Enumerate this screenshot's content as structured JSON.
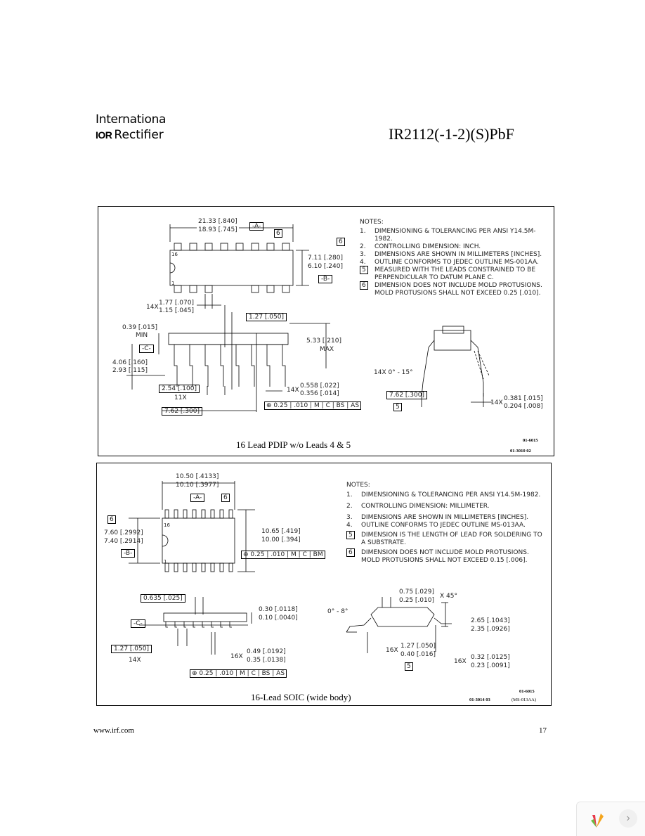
{
  "header": {
    "brand_line1": "Internationa",
    "brand_logo": "IOR",
    "brand_line2": "Rectifier",
    "part_number": "IR2112(-1-2)(S)PbF"
  },
  "pdip": {
    "caption": "16 Lead PDIP w/o Leads 4 & 5",
    "code1": "01-6015",
    "code2": "01-3010 02",
    "notes_title": "NOTES:",
    "notes": [
      {
        "n": "1.",
        "text": "DIMENSIONING & TOLERANCING PER ANSI Y14.5M-1982."
      },
      {
        "n": "2.",
        "text": "CONTROLLING DIMENSION: INCH."
      },
      {
        "n": "3.",
        "text": "DIMENSIONS ARE SHOWN IN MILLIMETERS [INCHES]."
      },
      {
        "n": "4.",
        "text": "OUTLINE CONFORMS TO JEDEC OUTLINE MS-001AA."
      },
      {
        "n": "5",
        "text": "MEASURED WITH THE LEADS CONSTRAINED TO BE PERPENDICULAR TO DATUM PLANE C."
      },
      {
        "n": "6",
        "text": "DIMENSION DOES NOT INCLUDE MOLD PROTUSIONS. MOLD PROTUSIONS SHALL NOT EXCEED 0.25 [.010]."
      }
    ],
    "dims": {
      "len1": "21.33 [.840]",
      "len2": "18.93 [.745]",
      "datumA": "-A-",
      "datumB": "-B-",
      "datumC": "-C-",
      "w1": "7.11 [.280]",
      "w2": "6.10 [.240]",
      "pin16": "16",
      "pin1": "1",
      "lead14x": "14X",
      "lw1": "1.77 [.070]",
      "lw2": "1.15 [.045]",
      "pitch": "1.27 [.050]",
      "so1": "0.39 [.015]",
      "so_min": "MIN",
      "h1": "5.33 [.210]",
      "h_max": "MAX",
      "t1": "4.06 [.160]",
      "t2": "2.93 [.115]",
      "p254": "2.54 [.100]",
      "x11": "11X",
      "ld14x": "14X",
      "ld1": "0.558 [.022]",
      "ld2": "0.356 [.014]",
      "row762": "7.62 [.300]",
      "fcf": [
        "0.25",
        ".010",
        "M",
        "C",
        "B",
        "S",
        "A",
        "S"
      ],
      "angle": "14X 0° - 15°",
      "side762": "7.62 [.300]",
      "n5": "5",
      "th14x": "14X",
      "th1": "0.381 [.015]",
      "th2": "0.204 [.008]",
      "n6": "6"
    }
  },
  "soic": {
    "caption": "16-Lead SOIC (wide body)",
    "code1": "01-6015",
    "code2": "01-3014 03",
    "code3": "(MS-013AA)",
    "notes_title": "NOTES:",
    "notes": [
      {
        "n": "1.",
        "text": "DIMENSIONING & TOLERANCING PER ANSI Y14.5M-1982."
      },
      {
        "n": "2.",
        "text": "CONTROLLING DIMENSION: MILLIMETER."
      },
      {
        "n": "3.",
        "text": "DIMENSIONS ARE SHOWN IN MILLIMETERS [INCHES]."
      },
      {
        "n": "4.",
        "text": "OUTLINE CONFORMS TO JEDEC OUTLINE MS-013AA."
      },
      {
        "n": "5",
        "text": "DIMENSION IS THE LENGTH OF LEAD FOR SOLDERING TO A SUBSTRATE."
      },
      {
        "n": "6",
        "text": "DIMENSION DOES NOT INCLUDE MOLD PROTUSIONS. MOLD PROTUSIONS SHALL NOT EXCEED 0.15 [.006]."
      }
    ],
    "dims": {
      "len1": "10.50 [.4133]",
      "len2": "10.10 [.3977]",
      "datumA": "-A-",
      "datumB": "-B-",
      "datumC": "-C-",
      "w1": "7.60 [.2992]",
      "w2": "7.40 [.2914]",
      "pin16": "16",
      "pin1": "1",
      "ow1": "10.65 [.419]",
      "ow2": "10.00 [.394]",
      "fcf1": [
        "0.25",
        ".010",
        "M",
        "C",
        "B",
        "M"
      ],
      "p635": "0.635 [.025]",
      "st1": "0.30 [.0118]",
      "st2": "0.10 [.0040]",
      "p127": "1.27 [.050]",
      "x14": "14X",
      "ld16x": "16X",
      "ld1": "0.49 [.0192]",
      "ld2": "0.35 [.0138]",
      "fcf2": [
        "0.25",
        ".010",
        "M",
        "C",
        "B",
        "S",
        "A",
        "S"
      ],
      "ch1": "0.75 [.029]",
      "ch2": "0.25 [.010]",
      "ch45": "X 45°",
      "ang": "0° - 8°",
      "h1": "2.65 [.1043]",
      "h2": "2.35 [.0926]",
      "fl16x": "16X",
      "fl1": "1.27 [.050]",
      "fl2": "0.40 [.016]",
      "n5": "5",
      "th16x": "16X",
      "th1": "0.32 [.0125]",
      "th2": "0.23 [.0091]",
      "n6": "6"
    }
  },
  "footer": {
    "url": "www.irf.com",
    "page": "17"
  }
}
